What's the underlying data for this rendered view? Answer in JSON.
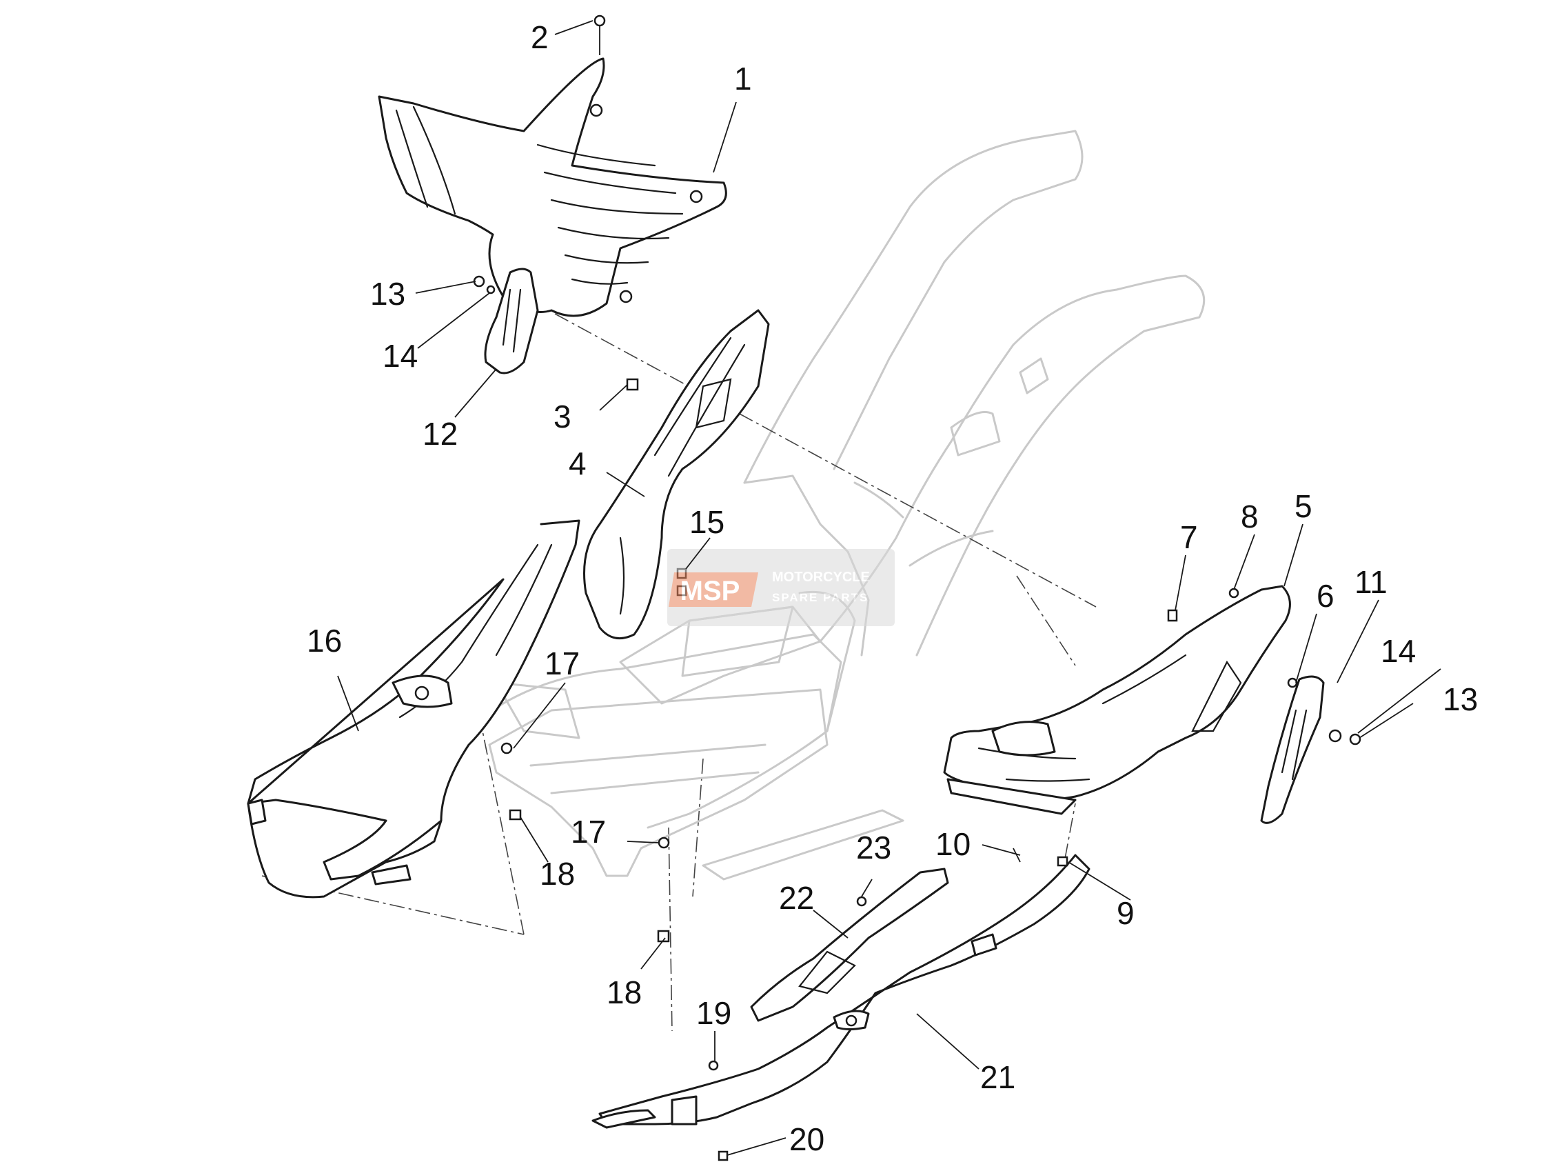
{
  "callouts": {
    "c1": "1",
    "c2": "2",
    "c3": "3",
    "c4": "4",
    "c5": "5",
    "c6": "6",
    "c7": "7",
    "c8": "8",
    "c9": "9",
    "c10": "10",
    "c11": "11",
    "c12": "12",
    "c13a": "13",
    "c13b": "13",
    "c14a": "14",
    "c14b": "14",
    "c15": "15",
    "c16": "16",
    "c17a": "17",
    "c17b": "17",
    "c18a": "18",
    "c18b": "18",
    "c19": "19",
    "c20": "20",
    "c21": "21",
    "c22": "22",
    "c23": "23"
  },
  "watermark": {
    "logo": "MSP",
    "line1": "MOTORCYCLE",
    "line2": "SPARE PARTS"
  },
  "colors": {
    "line": "#1a1a1a",
    "frame": "#c9c9c9",
    "watermark_orange": "#e8835a",
    "watermark_bg": "#d9d9d9"
  }
}
